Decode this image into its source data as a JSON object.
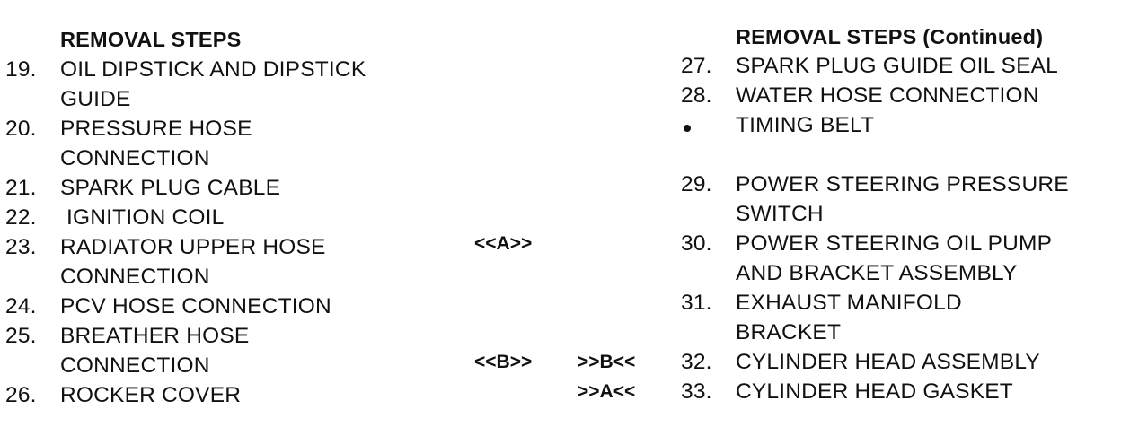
{
  "left": {
    "heading": "REMOVAL STEPS",
    "steps": [
      {
        "num": "19.",
        "lines": [
          "OIL DIPSTICK AND DIPSTICK",
          "GUIDE"
        ]
      },
      {
        "num": "20.",
        "lines": [
          "PRESSURE HOSE",
          "CONNECTION"
        ]
      },
      {
        "num": "21.",
        "lines": [
          "SPARK PLUG CABLE"
        ]
      },
      {
        "num": "22.",
        "lines": [
          " IGNITION COIL"
        ]
      },
      {
        "num": "23.",
        "lines": [
          "RADIATOR UPPER HOSE",
          "CONNECTION"
        ]
      },
      {
        "num": "24.",
        "lines": [
          "PCV HOSE CONNECTION"
        ]
      },
      {
        "num": "25.",
        "lines": [
          "BREATHER HOSE",
          "CONNECTION"
        ]
      },
      {
        "num": "26.",
        "lines": [
          "ROCKER COVER"
        ]
      }
    ]
  },
  "right": {
    "heading": "REMOVAL STEPS (Continued)",
    "steps": [
      {
        "num": "27.",
        "lines": [
          "SPARK PLUG GUIDE OIL SEAL"
        ]
      },
      {
        "num": "28.",
        "lines": [
          "WATER HOSE CONNECTION"
        ]
      },
      {
        "num": "•",
        "lines": [
          "TIMING BELT"
        ]
      },
      {
        "num": "29.",
        "lines": [
          "POWER STEERING PRESSURE",
          "SWITCH"
        ]
      },
      {
        "num": "30.",
        "lines": [
          "POWER STEERING OIL PUMP",
          "AND BRACKET ASSEMBLY"
        ]
      },
      {
        "num": "31.",
        "lines": [
          "EXHAUST MANIFOLD",
          "BRACKET"
        ]
      },
      {
        "num": "32.",
        "lines": [
          "CYLINDER HEAD ASSEMBLY"
        ]
      },
      {
        "num": "33.",
        "lines": [
          "CYLINDER HEAD GASKET"
        ]
      }
    ]
  },
  "tags": {
    "removal_a": "<<A>>",
    "removal_b": "<<B>>",
    "install_b": ">>B<<",
    "install_a": ">>A<<"
  }
}
